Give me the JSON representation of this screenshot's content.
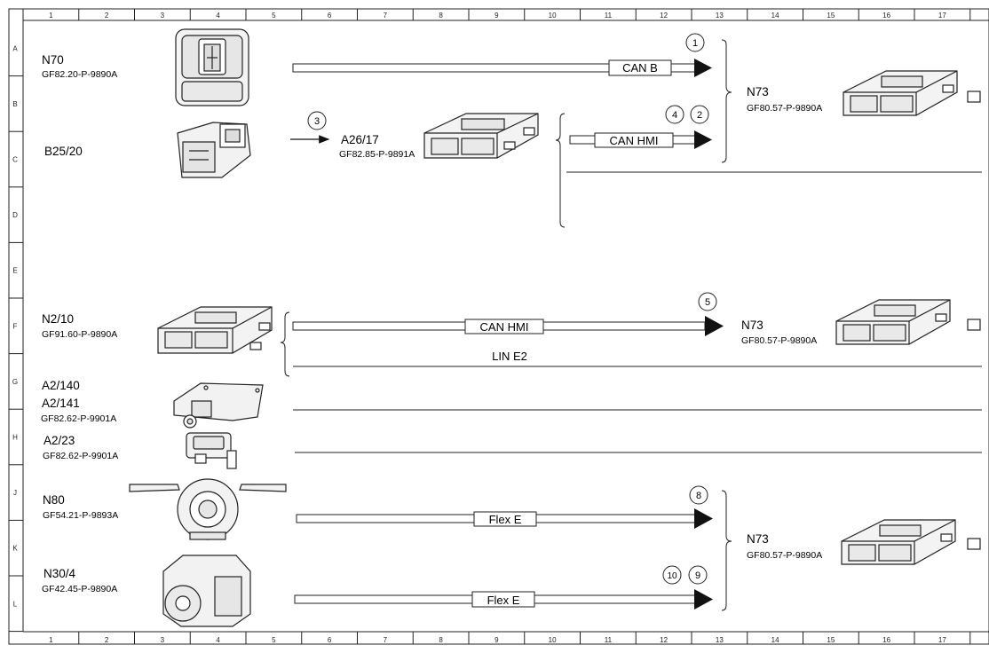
{
  "frame": {
    "columns": [
      "1",
      "2",
      "3",
      "4",
      "5",
      "6",
      "7",
      "8",
      "9",
      "10",
      "11",
      "12",
      "13",
      "14",
      "15",
      "16",
      "17"
    ],
    "rows": [
      "A",
      "B",
      "C",
      "D",
      "E",
      "F",
      "G",
      "H",
      "J",
      "K",
      "L"
    ]
  },
  "components": {
    "n70": {
      "name": "N70",
      "code": "GF82.20-P-9890A"
    },
    "b25_20": {
      "name": "B25/20"
    },
    "a26_17": {
      "name": "A26/17",
      "code": "GF82.85-P-9891A"
    },
    "n73_top": {
      "name": "N73",
      "code": "GF80.57-P-9890A"
    },
    "n2_10": {
      "name": "N2/10",
      "code": "GF91.60-P-9890A"
    },
    "n73_mid": {
      "name": "N73",
      "code": "GF80.57-P-9890A"
    },
    "a2_140": {
      "name": "A2/140"
    },
    "a2_141": {
      "name": "A2/141",
      "code": "GF82.62-P-9901A"
    },
    "a2_23": {
      "name": "A2/23",
      "code": "GF82.62-P-9901A"
    },
    "n80": {
      "name": "N80",
      "code": "GF54.21-P-9893A"
    },
    "n30_4": {
      "name": "N30/4",
      "code": "GF42.45-P-9890A"
    },
    "n73_bot": {
      "name": "N73",
      "code": "GF80.57-P-9890A"
    }
  },
  "buses": {
    "can_b": "CAN B",
    "can_hmi_1": "CAN HMI",
    "can_hmi_2": "CAN HMI",
    "lin_e2": "LIN E2",
    "flex_e_1": "Flex E",
    "flex_e_2": "Flex E"
  },
  "markers": [
    "1",
    "2",
    "3",
    "4",
    "5",
    "8",
    "9",
    "10"
  ]
}
